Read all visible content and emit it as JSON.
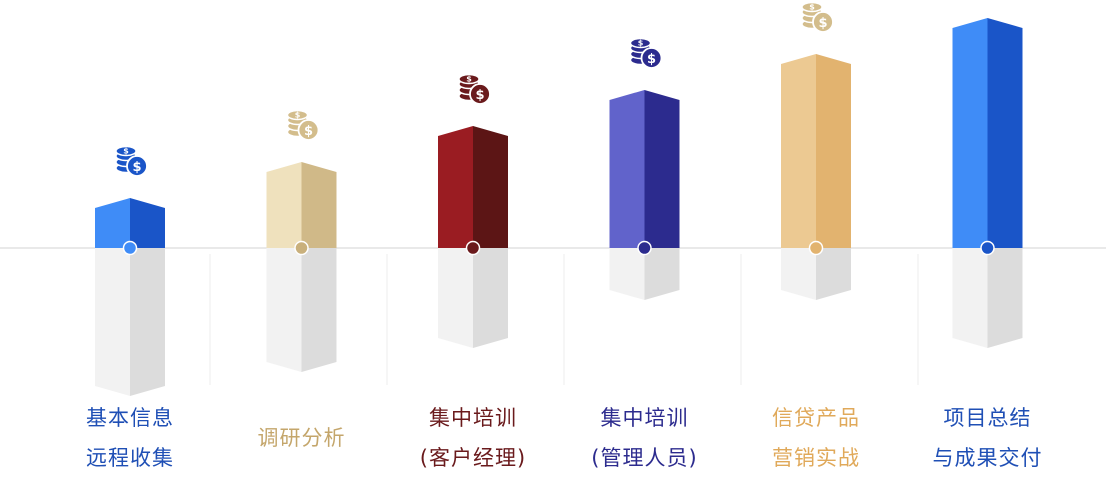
{
  "baseline_color": "#e2e2e2",
  "divider_color": "#ececec",
  "underground": {
    "left": "#f2f2f2",
    "right": "#dcdcdc"
  },
  "steps": [
    {
      "lines": [
        "基本信息",
        "远程收集"
      ],
      "color_left": "#3f8cf7",
      "color_right": "#1a55c8",
      "coin_color": "#1a55c8",
      "dot_color": "#3f8cf7",
      "text_color": "#1f4fb5",
      "rise": 1,
      "drop": 5
    },
    {
      "lines": [
        "调研分析"
      ],
      "color_left": "#efe1bd",
      "color_right": "#d0b988",
      "coin_color": "#d3bd8c",
      "dot_color": "#c9b07c",
      "text_color": "#c4a66b",
      "rise": 2,
      "drop": 4
    },
    {
      "lines": [
        "集中培训",
        "(客户经理)"
      ],
      "color_left": "#9a1c22",
      "color_right": "#5c1515",
      "coin_color": "#6a1a1c",
      "dot_color": "#6a1a1c",
      "text_color": "#6a1a1c",
      "rise": 3,
      "drop": 3
    },
    {
      "lines": [
        "集中培训",
        "(管理人员)"
      ],
      "color_left": "#6163cb",
      "color_right": "#2c2b8e",
      "coin_color": "#2c2b8e",
      "dot_color": "#2c2b8e",
      "text_color": "#2c2b8e",
      "rise": 4,
      "drop": 1
    },
    {
      "lines": [
        "信贷产品",
        "营销实战"
      ],
      "color_left": "#ecc992",
      "color_right": "#e2b36f",
      "coin_color": "#d3bd8c",
      "dot_color": "#e2b36f",
      "text_color": "#e0a95a",
      "rise": 5,
      "drop": 1
    },
    {
      "lines": [
        "项目总结",
        "与成果交付"
      ],
      "color_left": "#3f8cf7",
      "color_right": "#1a55c8",
      "coin_color": "#1a55c8",
      "dot_color": "#1a55c8",
      "text_color": "#1f4fb5",
      "rise": 6,
      "drop": 3
    }
  ]
}
